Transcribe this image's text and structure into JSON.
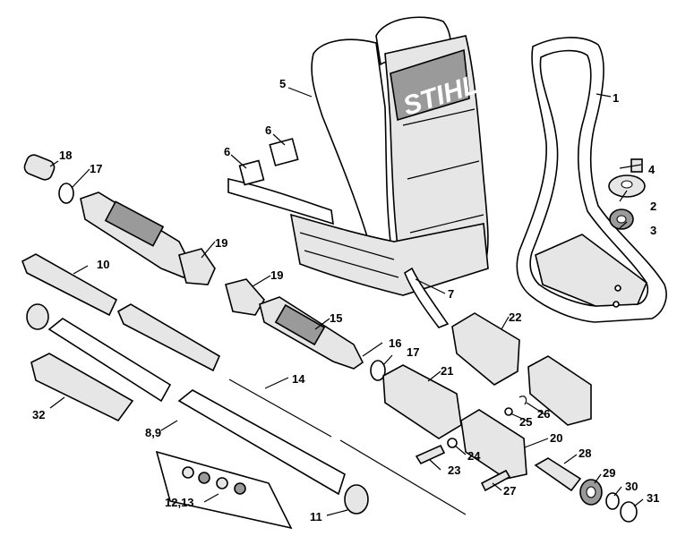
{
  "brand": {
    "logo_text": "STIHL"
  },
  "callouts": {
    "c1": "1",
    "c2": "2",
    "c3": "3",
    "c4": "4",
    "c5": "5",
    "c6a": "6",
    "c6b": "6",
    "c7": "7",
    "c89": "8,9",
    "c10": "10",
    "c11": "11",
    "c1213": "12,13",
    "c14": "14",
    "c15": "15",
    "c16": "16",
    "c17a": "17",
    "c17b": "17",
    "c18": "18",
    "c19a": "19",
    "c19b": "19",
    "c20": "20",
    "c21": "21",
    "c22": "22",
    "c23": "23",
    "c24": "24",
    "c25": "25",
    "c26": "26",
    "c27": "27",
    "c28": "28",
    "c29": "29",
    "c30": "30",
    "c31": "31",
    "c32": "32"
  }
}
